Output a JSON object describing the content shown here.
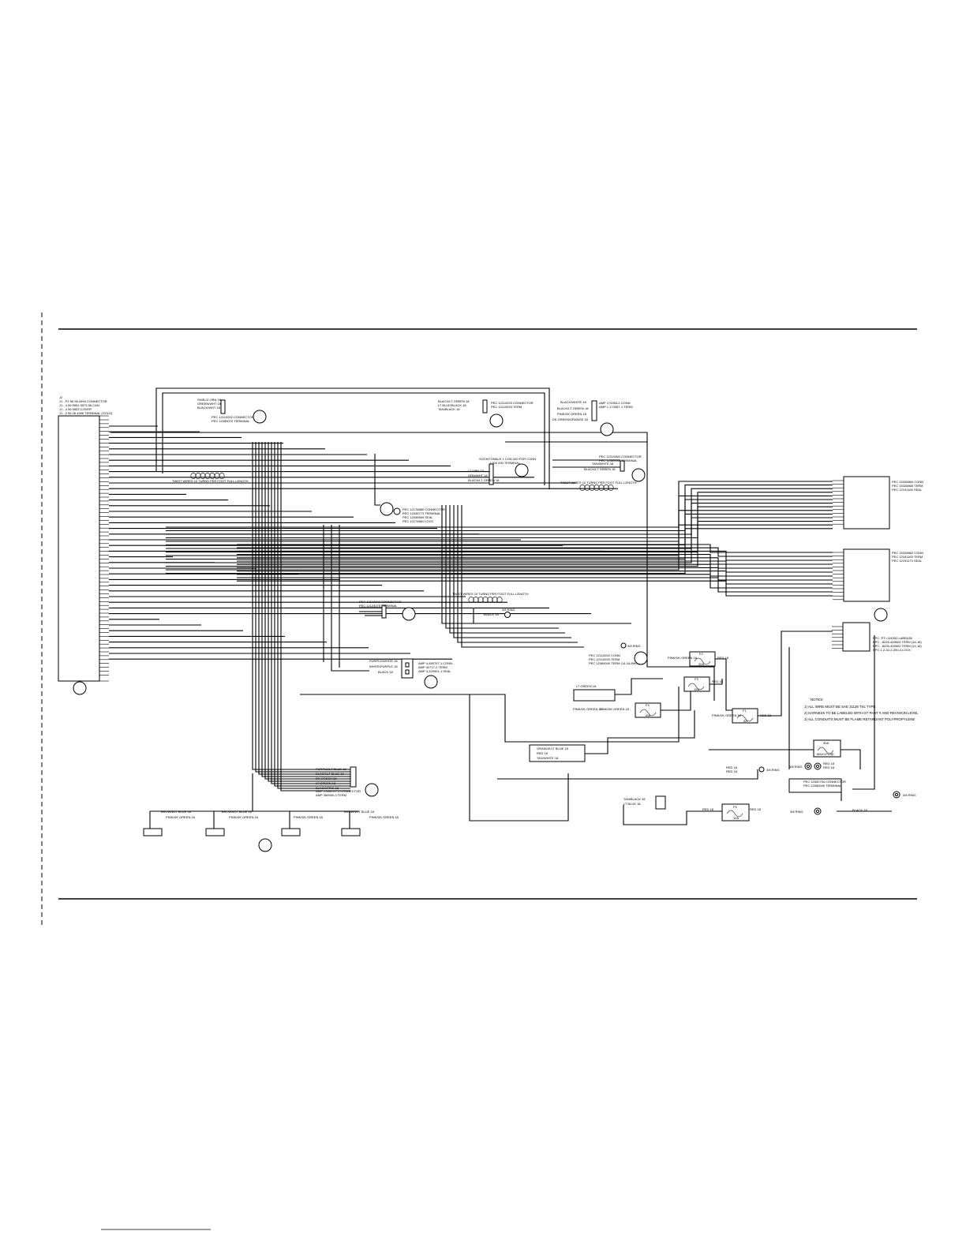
{
  "labels": {
    "connector_main": [
      "J2",
      "J1 - P2 56 56 4994 CONNECTOR",
      "J1 - 4 56 5551 5573 56 CAN",
      "J1 - 4 56 5553 COVER",
      "J1 - 2 56 26 4496 TERMINAL (GOLD)"
    ],
    "top_connector_a": "PEC 12110252 CONNECTOR",
    "top_connector_b": "PEC 12110293 CONNECTOR",
    "top_connector_c": "PEC 12110360 CONNECTOR",
    "right_connector_a": "PEC 15326860 CONN",
    "right_connector_b": "PEC 15326862 CONN",
    "twist_top": "TWIST WIRES 10 TURNS PER FOOT FULL LENGTH",
    "twist_mid": "TWIST WIRES 10 TURNS PER FOOT FULL LENGTH",
    "twist_left": "TWIST WIRES 10 TURNS PER FOOT FULL LENGTH",
    "mid_connector": "PEC 12176880 CONNECTOR",
    "mid_connector2": "PEC 12110292 CONNECTOR",
    "purple_white": "PURPLE/WHITE 18",
    "white_purple": "WHITE/PURPLE 18",
    "black_18": "BLACK 18",
    "pink_green": "PINK/DK GREEN 18",
    "red_18": "RED 18",
    "f2_label": "F2",
    "f2_rating": "20A",
    "f3_label": "F3",
    "f3_rating": "15A",
    "f4_label": "F4",
    "f4_rating": "15A",
    "f1_label": "F1",
    "f1_rating": "5A",
    "f5_label": "F5",
    "f5_rating": "10A",
    "maxi_label": "30A",
    "maxi_sub": "MAXI-FUSE",
    "ring_term": "3/8 RING",
    "notes_title": "NOTES:",
    "notes": [
      "1)  ALL WIRE MUST BE SAE J1128 TXL TYPE",
      "2)  HARNESS TO BE LABELED WITH GT PART # AND REVISION LEVEL",
      "3)  ALL CONDUITS MUST BE FLAME RETARDANT POLYPROPYLENE"
    ]
  }
}
